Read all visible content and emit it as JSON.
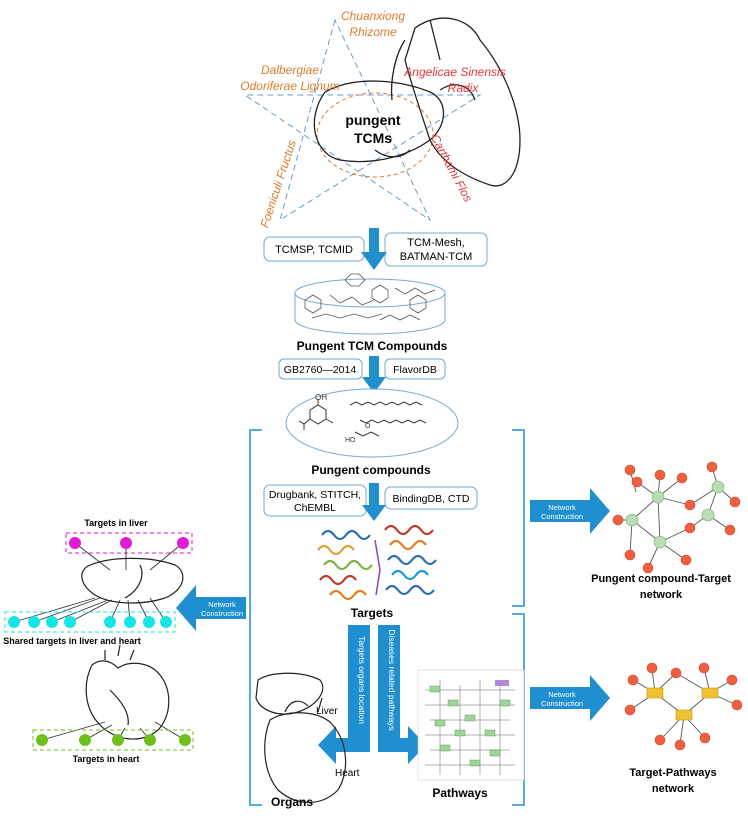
{
  "star": {
    "herbs": {
      "chuanxiong_line1": "Chuanxiong",
      "chuanxiong_line2": "Rhizome",
      "dalbergiae_line1": "Dalbergiae",
      "dalbergiae_line2": "Odoriferae Lignum",
      "angelicae_line1": "Angelicae Sinensis",
      "angelicae_line2": "Radix",
      "foeniculi": "Foeniculi Fructus",
      "carthami": "Carthami Flos"
    },
    "center_line1": "pungent",
    "center_line2": "TCMs"
  },
  "databases": {
    "tcm_left": "TCMSP, TCMID",
    "tcm_right_line1": "TCM-Mesh,",
    "tcm_right_line2": "BATMAN-TCM",
    "flavor_left": "GB2760—2014",
    "flavor_right": "FlavorDB",
    "target_left_line1": "Drugbank, STITCH,",
    "target_left_line2": "ChEMBL",
    "target_right": "BindingDB, CTD"
  },
  "labels": {
    "pungent_tcm_compounds": "Pungent TCM Compounds",
    "pungent_compounds": "Pungent compounds",
    "targets": "Targets",
    "organs": "Organs",
    "pathways": "Pathways",
    "liver": "Liver",
    "heart": "Heart",
    "targets_organs_location": "Targets organs location",
    "diseases_related_pathways": "Diseases related pathways",
    "network_construction_line1": "Network",
    "network_construction_line2": "Construction",
    "targets_in_liver": "Targets in liver",
    "shared_targets": "Shared targets in liver and heart",
    "targets_in_heart": "Targets in heart",
    "compound_target_network_line1": "Pungent compound-Target",
    "compound_target_network_line2": "network",
    "target_pathways_network_line1": "Target-Pathways",
    "target_pathways_network_line2": "network"
  },
  "colors": {
    "flow_arrow": "#1f8fd0",
    "herb_orange": "#e07a2e",
    "herb_red": "#e0393b",
    "liver_target": "#e11bd4",
    "shared_target": "#17e5e5",
    "heart_target": "#6fbf1f",
    "network_node": "#f06040",
    "network_hub": "#b9dcb4",
    "pathway_node": "#efc030"
  }
}
